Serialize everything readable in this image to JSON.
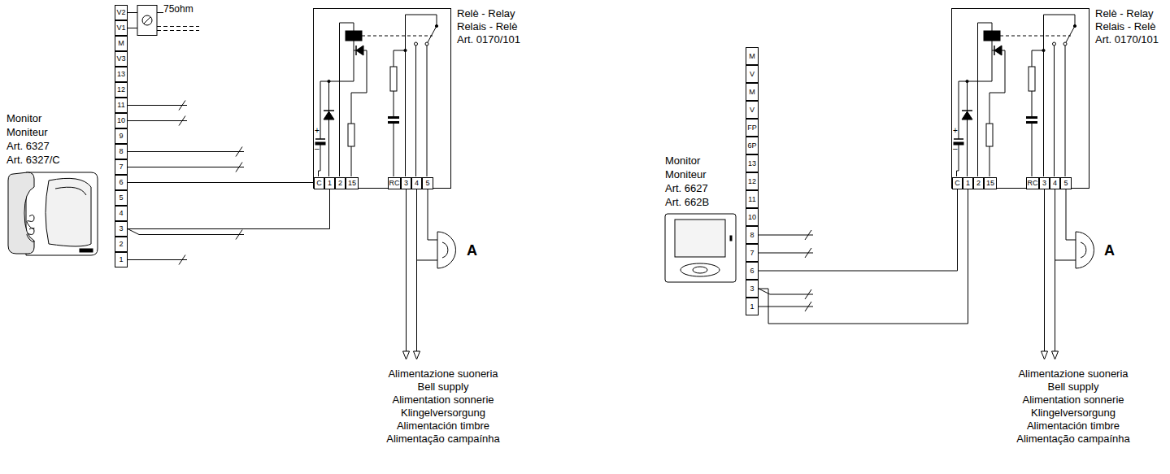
{
  "diagram": {
    "nodes": [
      {
        "text": [
          "V2"
        ]
      },
      {
        "text": [
          "V1"
        ]
      },
      {
        "text": [
          "M"
        ]
      },
      {
        "text": [
          "V3"
        ]
      },
      {
        "text": [
          "13"
        ]
      },
      {
        "text": [
          "12"
        ]
      },
      {
        "text": [
          "11"
        ]
      },
      {
        "text": [
          "10"
        ]
      },
      {
        "text": [
          "9"
        ]
      },
      {
        "text": [
          "8"
        ]
      },
      {
        "text": [
          "7"
        ]
      },
      {
        "text": [
          "6"
        ]
      },
      {
        "text": [
          "5"
        ]
      },
      {
        "text": [
          "4"
        ]
      },
      {
        "text": [
          "3"
        ]
      },
      {
        "text": [
          "2"
        ]
      },
      {
        "text": [
          "1"
        ]
      },
      {
        "text": [
          "Relè - Relay",
          "Relais - Relè",
          "Art. 0170/101"
        ]
      },
      {
        "text": [
          "C"
        ],
        "in": 17
      },
      {
        "text": [
          "1"
        ],
        "in": 17
      },
      {
        "text": [
          "2"
        ],
        "in": 17
      },
      {
        "text": [
          "15"
        ],
        "in": 17
      },
      {
        "text": [
          "RC"
        ],
        "in": 17
      },
      {
        "text": [
          "3"
        ],
        "in": 17
      },
      {
        "text": [
          "4"
        ],
        "in": 17
      },
      {
        "text": [
          "5"
        ],
        "in": 17
      },
      {
        "text": [
          "M"
        ]
      },
      {
        "text": [
          "V"
        ]
      },
      {
        "text": [
          "M"
        ]
      },
      {
        "text": [
          "V"
        ]
      },
      {
        "text": [
          "FP"
        ]
      },
      {
        "text": [
          "6P"
        ]
      },
      {
        "text": [
          "13"
        ]
      },
      {
        "text": [
          "12"
        ]
      },
      {
        "text": [
          "11"
        ]
      },
      {
        "text": [
          "10"
        ]
      },
      {
        "text": [
          "8"
        ]
      },
      {
        "text": [
          "7"
        ]
      },
      {
        "text": [
          "6"
        ]
      },
      {
        "text": [
          "3"
        ]
      },
      {
        "text": [
          "1"
        ]
      },
      {
        "text": [
          "Relè - Relay",
          "Relais - Relè",
          "Art. 0170/101"
        ]
      },
      {
        "text": [
          "C"
        ],
        "in": 41
      },
      {
        "text": [
          "1"
        ],
        "in": 41
      },
      {
        "text": [
          "2"
        ],
        "in": 41
      },
      {
        "text": [
          "15"
        ],
        "in": 41
      },
      {
        "text": [
          "RC"
        ],
        "in": 41
      },
      {
        "text": [
          "3"
        ],
        "in": 41
      },
      {
        "text": [
          "4"
        ],
        "in": 41
      },
      {
        "text": [
          "5"
        ],
        "in": 41
      }
    ],
    "edges": [
      {
        "from": 11,
        "to": 18,
        "arrow": "none"
      },
      {
        "from": 14,
        "to": 19,
        "arrow": "none"
      },
      {
        "from": 38,
        "to": 42,
        "arrow": "none"
      },
      {
        "from": 39,
        "to": 43,
        "arrow": "none"
      }
    ],
    "labels": [
      "75ohm",
      "Monitor",
      "Moniteur",
      "Art. 6327",
      "Art. 6327/C",
      "+",
      "–",
      "A",
      "Alimentazione suoneria",
      "Bell supply",
      "Alimentation sonnerie",
      "Klingelversorgung",
      "Alimentación timbre",
      "Alimentação campaínha",
      "Monitor",
      "Moniteur",
      "Art. 6627",
      "Art. 662B",
      "+",
      "–",
      "A",
      "Alimentazione suoneria",
      "Bell supply",
      "Alimentation sonnerie",
      "Klingelversorgung",
      "Alimentación timbre",
      "Alimentação campaínha"
    ]
  }
}
